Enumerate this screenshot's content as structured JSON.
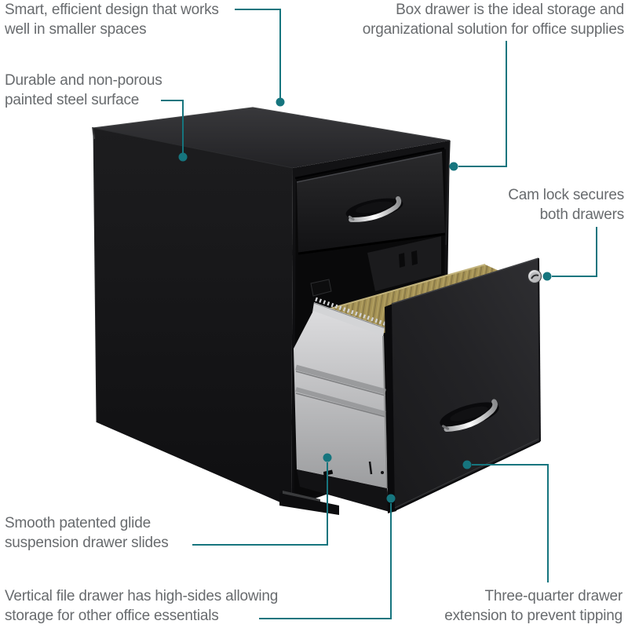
{
  "figure": {
    "type": "annotated-product-diagram",
    "subject": "Black 2-drawer vertical steel file cabinet with top box drawer closed and bottom file drawer extended showing hanging files"
  },
  "colors": {
    "background": "#ffffff",
    "accent_teal": "#16757e",
    "label_text": "#686b6e",
    "cabinet_black": "#141416",
    "drawer_body_silver": "#c6c7c9",
    "hanging_files_tan": "#a69355",
    "handle_chrome": "#f2f2f4"
  },
  "markers": {
    "callout_dot": "filled-circle",
    "callout_line": "elbow-connector"
  },
  "callouts": [
    {
      "id": "smart-design",
      "text": "Smart, efficient design that works\nwell in smaller spaces"
    },
    {
      "id": "steel-surface",
      "text": "Durable and non-porous\npainted steel surface"
    },
    {
      "id": "box-drawer",
      "text": "Box drawer is the ideal storage and\norganizational solution for office supplies"
    },
    {
      "id": "cam-lock",
      "text": "Cam lock secures\nboth drawers"
    },
    {
      "id": "glide-slides",
      "text": "Smooth patented glide\nsuspension drawer slides"
    },
    {
      "id": "file-drawer",
      "text": "Vertical file drawer has high-sides allowing\nstorage for other office essentials"
    },
    {
      "id": "drawer-extension",
      "text": "Three-quarter drawer\nextension to prevent tipping"
    }
  ]
}
